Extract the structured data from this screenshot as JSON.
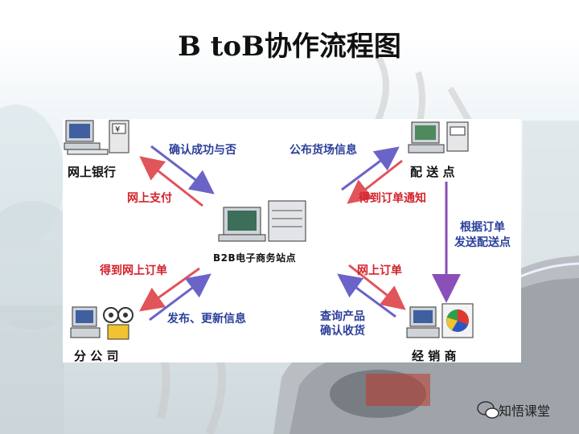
{
  "title": "B toB协作流程图",
  "nodes": {
    "bank": "网上银行",
    "delivery": "配 送 点",
    "branch": "分 公 司",
    "dealer": "经 销 商",
    "center": "B2B电子商务站点"
  },
  "flows": {
    "confirm_success": "确认成功与否",
    "online_payment": "网上支付",
    "publish_inventory": "公布货场信息",
    "receive_order_notice": "得到订单通知",
    "deliver_by_order_line1": "根据订单",
    "deliver_by_order_line2": "发送配送点",
    "get_online_order": "得到网上订单",
    "publish_update_info": "发布、更新信息",
    "online_order": "网上订单",
    "query_products_line1": "查询产品",
    "query_products_line2": "确认收货"
  },
  "watermark": "知悟课堂",
  "colors": {
    "blue_arrow": "#6c63c8",
    "red_arrow": "#e0545a",
    "purple_arrow": "#8a4fb8"
  }
}
